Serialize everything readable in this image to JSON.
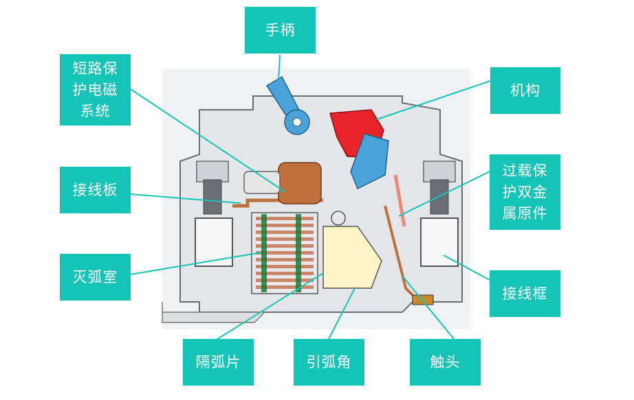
{
  "diagram": {
    "labels": {
      "handle": "手柄",
      "short_circuit_protection": "短路保\n护电磁\n系统",
      "mechanism": "机构",
      "terminal_plate": "接线板",
      "overload_protection": "过载保\n护双金\n属原件",
      "arc_chamber": "灭弧室",
      "terminal_frame": "接线框",
      "arc_splitter_plate": "隔弧片",
      "arc_runner": "引弧角",
      "contact": "触头"
    },
    "colors": {
      "label_background": "#14c4b7",
      "label_text": "#ffffff",
      "leader_line": "#14c4b7",
      "mechanism_red": "#e8242a",
      "handle_blue": "#4aa3d8",
      "coil_copper": "#c0703a",
      "arc_yellow": "#fff3c8"
    }
  }
}
